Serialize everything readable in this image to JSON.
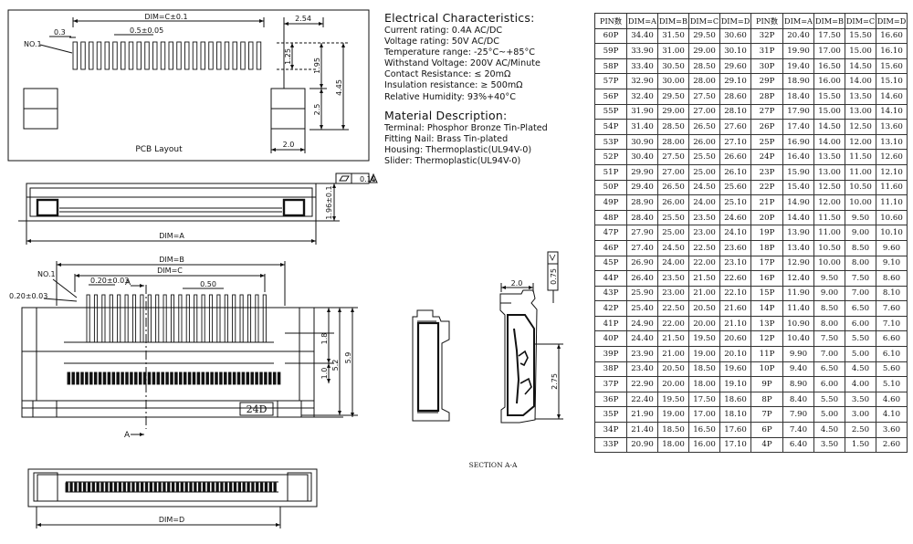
{
  "drawing_labels": {
    "pcb_layout": "PCB Layout",
    "dim_c_pm": "DIM=C±0.1",
    "dim_254": "2.54",
    "dim_03": "0.3",
    "dim_05": "0.5±0.05",
    "no1_top": "NO.1",
    "dim_125": "1.25",
    "dim_195": "1.95",
    "dim_445": "4.45",
    "dim_25": "2.5",
    "dim_20_pcb": "2.0",
    "flatness": "0.10",
    "datum": "A",
    "dim_196": "1.96±0.1",
    "dim_a": "DIM=A",
    "dim_b": "DIM=B",
    "dim_c": "DIM=C",
    "no1_front": "NO.1",
    "dim_020_a": "0.20±0.03",
    "dim_020_b": "0.20±0.03",
    "dim_050": "0.50",
    "section_a_top": "A",
    "section_a_bottom": "A",
    "dim_18": "1.8",
    "dim_10": "1.0",
    "dim_52": "5.2",
    "dim_59": "5.9",
    "pin_count": "24D",
    "side_20": "2.0",
    "side_075": "0.75",
    "side_275": "2.75",
    "section_title": "SECTION A-A",
    "dim_d": "DIM=D"
  },
  "electrical": {
    "title": "Electrical Characteristics:",
    "lines": [
      "Current rating: 0.4A AC/DC",
      "Voltage rating: 50V AC/DC",
      "Temperature range: -25°C~+85°C",
      "Withstand Voltage: 200V AC/Minute",
      "Contact Resistance: ≤ 20mΩ",
      "Insulation resistance: ≥ 500mΩ",
      "Relative Humidity: 93%+40°C"
    ]
  },
  "material": {
    "title": "Material Description:",
    "lines": [
      "Terminal: Phosphor Bronze Tin-Plated",
      "Fitting Nail: Brass Tin-plated",
      "Housing: Thermoplastic(UL94V-0)",
      "Slider: Thermoplastic(UL94V-0)"
    ]
  },
  "table": {
    "headers": [
      "PIN数",
      "DIM=A",
      "DIM=B",
      "DIM=C",
      "DIM=D",
      "PIN数",
      "DIM=A",
      "DIM=B",
      "DIM=C",
      "DIM=D"
    ],
    "rows": [
      [
        "60P",
        "34.40",
        "31.50",
        "29.50",
        "30.60",
        "32P",
        "20.40",
        "17.50",
        "15.50",
        "16.60"
      ],
      [
        "59P",
        "33.90",
        "31.00",
        "29.00",
        "30.10",
        "31P",
        "19.90",
        "17.00",
        "15.00",
        "16.10"
      ],
      [
        "58P",
        "33.40",
        "30.50",
        "28.50",
        "29.60",
        "30P",
        "19.40",
        "16.50",
        "14.50",
        "15.60"
      ],
      [
        "57P",
        "32.90",
        "30.00",
        "28.00",
        "29.10",
        "29P",
        "18.90",
        "16.00",
        "14.00",
        "15.10"
      ],
      [
        "56P",
        "32.40",
        "29.50",
        "27.50",
        "28.60",
        "28P",
        "18.40",
        "15.50",
        "13.50",
        "14.60"
      ],
      [
        "55P",
        "31.90",
        "29.00",
        "27.00",
        "28.10",
        "27P",
        "17.90",
        "15.00",
        "13.00",
        "14.10"
      ],
      [
        "54P",
        "31.40",
        "28.50",
        "26.50",
        "27.60",
        "26P",
        "17.40",
        "14.50",
        "12.50",
        "13.60"
      ],
      [
        "53P",
        "30.90",
        "28.00",
        "26.00",
        "27.10",
        "25P",
        "16.90",
        "14.00",
        "12.00",
        "13.10"
      ],
      [
        "52P",
        "30.40",
        "27.50",
        "25.50",
        "26.60",
        "24P",
        "16.40",
        "13.50",
        "11.50",
        "12.60"
      ],
      [
        "51P",
        "29.90",
        "27.00",
        "25.00",
        "26.10",
        "23P",
        "15.90",
        "13.00",
        "11.00",
        "12.10"
      ],
      [
        "50P",
        "29.40",
        "26.50",
        "24.50",
        "25.60",
        "22P",
        "15.40",
        "12.50",
        "10.50",
        "11.60"
      ],
      [
        "49P",
        "28.90",
        "26.00",
        "24.00",
        "25.10",
        "21P",
        "14.90",
        "12.00",
        "10.00",
        "11.10"
      ],
      [
        "48P",
        "28.40",
        "25.50",
        "23.50",
        "24.60",
        "20P",
        "14.40",
        "11.50",
        "9.50",
        "10.60"
      ],
      [
        "47P",
        "27.90",
        "25.00",
        "23.00",
        "24.10",
        "19P",
        "13.90",
        "11.00",
        "9.00",
        "10.10"
      ],
      [
        "46P",
        "27.40",
        "24.50",
        "22.50",
        "23.60",
        "18P",
        "13.40",
        "10.50",
        "8.50",
        "9.60"
      ],
      [
        "45P",
        "26.90",
        "24.00",
        "22.00",
        "23.10",
        "17P",
        "12.90",
        "10.00",
        "8.00",
        "9.10"
      ],
      [
        "44P",
        "26.40",
        "23.50",
        "21.50",
        "22.60",
        "16P",
        "12.40",
        "9.50",
        "7.50",
        "8.60"
      ],
      [
        "43P",
        "25.90",
        "23.00",
        "21.00",
        "22.10",
        "15P",
        "11.90",
        "9.00",
        "7.00",
        "8.10"
      ],
      [
        "42P",
        "25.40",
        "22.50",
        "20.50",
        "21.60",
        "14P",
        "11.40",
        "8.50",
        "6.50",
        "7.60"
      ],
      [
        "41P",
        "24.90",
        "22.00",
        "20.00",
        "21.10",
        "13P",
        "10.90",
        "8.00",
        "6.00",
        "7.10"
      ],
      [
        "40P",
        "24.40",
        "21.50",
        "19.50",
        "20.60",
        "12P",
        "10.40",
        "7.50",
        "5.50",
        "6.60"
      ],
      [
        "39P",
        "23.90",
        "21.00",
        "19.00",
        "20.10",
        "11P",
        "9.90",
        "7.00",
        "5.00",
        "6.10"
      ],
      [
        "38P",
        "23.40",
        "20.50",
        "18.50",
        "19.60",
        "10P",
        "9.40",
        "6.50",
        "4.50",
        "5.60"
      ],
      [
        "37P",
        "22.90",
        "20.00",
        "18.00",
        "19.10",
        "9P",
        "8.90",
        "6.00",
        "4.00",
        "5.10"
      ],
      [
        "36P",
        "22.40",
        "19.50",
        "17.50",
        "18.60",
        "8P",
        "8.40",
        "5.50",
        "3.50",
        "4.60"
      ],
      [
        "35P",
        "21.90",
        "19.00",
        "17.00",
        "18.10",
        "7P",
        "7.90",
        "5.00",
        "3.00",
        "4.10"
      ],
      [
        "34P",
        "21.40",
        "18.50",
        "16.50",
        "17.60",
        "6P",
        "7.40",
        "4.50",
        "2.50",
        "3.60"
      ],
      [
        "33P",
        "20.90",
        "18.00",
        "16.00",
        "17.10",
        "4P",
        "6.40",
        "3.50",
        "1.50",
        "2.60"
      ]
    ]
  }
}
